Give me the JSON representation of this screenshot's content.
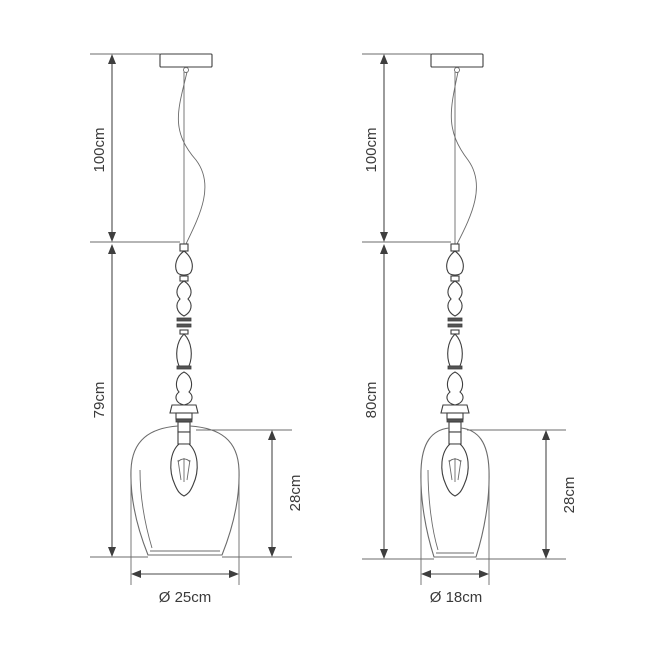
{
  "lamps": [
    {
      "cable_length": "100cm",
      "fixture_height": "79cm",
      "shade_height": "28cm",
      "diameter": "Ø 25cm"
    },
    {
      "cable_length": "100cm",
      "fixture_height": "80cm",
      "shade_height": "28cm",
      "diameter": "Ø 18cm"
    }
  ]
}
